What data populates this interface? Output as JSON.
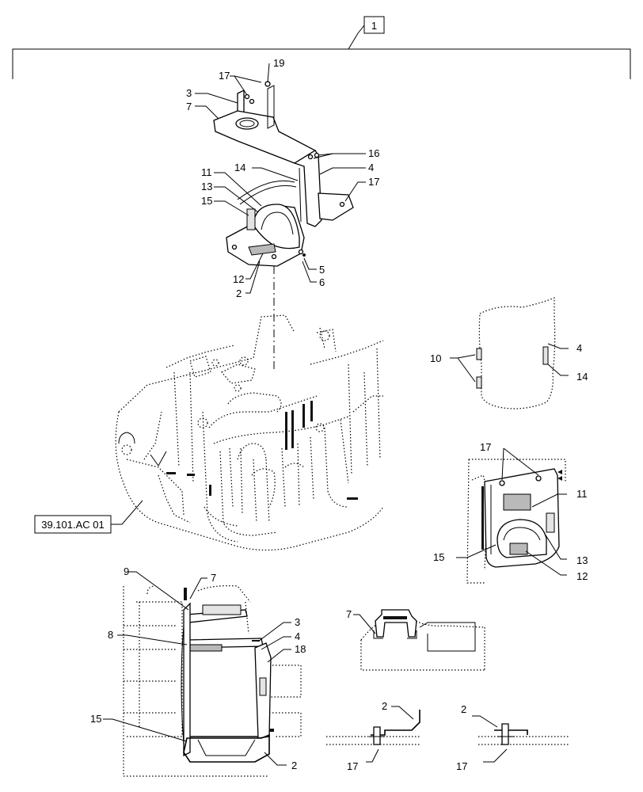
{
  "diagram": {
    "assembly_callout": "1",
    "reference_code": "39.101.AC 01",
    "main_view_callouts": {
      "c17_top": "17",
      "c19": "19",
      "c3": "3",
      "c7": "7",
      "c16": "16",
      "c4": "4",
      "c14": "14",
      "c17_right": "17",
      "c11": "11",
      "c13": "13",
      "c15": "15",
      "c5": "5",
      "c6": "6",
      "c12": "12",
      "c2": "2"
    },
    "detail_a_callouts": {
      "c10": "10",
      "c4": "4",
      "c14": "14"
    },
    "detail_b_callouts": {
      "c17": "17",
      "c11": "11",
      "c15": "15",
      "c13": "13",
      "c12": "12"
    },
    "side_view_callouts": {
      "c9": "9",
      "c7": "7",
      "c8": "8",
      "c3": "3",
      "c4": "4",
      "c18": "18",
      "c15": "15",
      "c2": "2"
    },
    "section_callouts": {
      "c7": "7",
      "left_2": "2",
      "left_17": "17",
      "right_2": "2",
      "right_17": "17"
    }
  }
}
